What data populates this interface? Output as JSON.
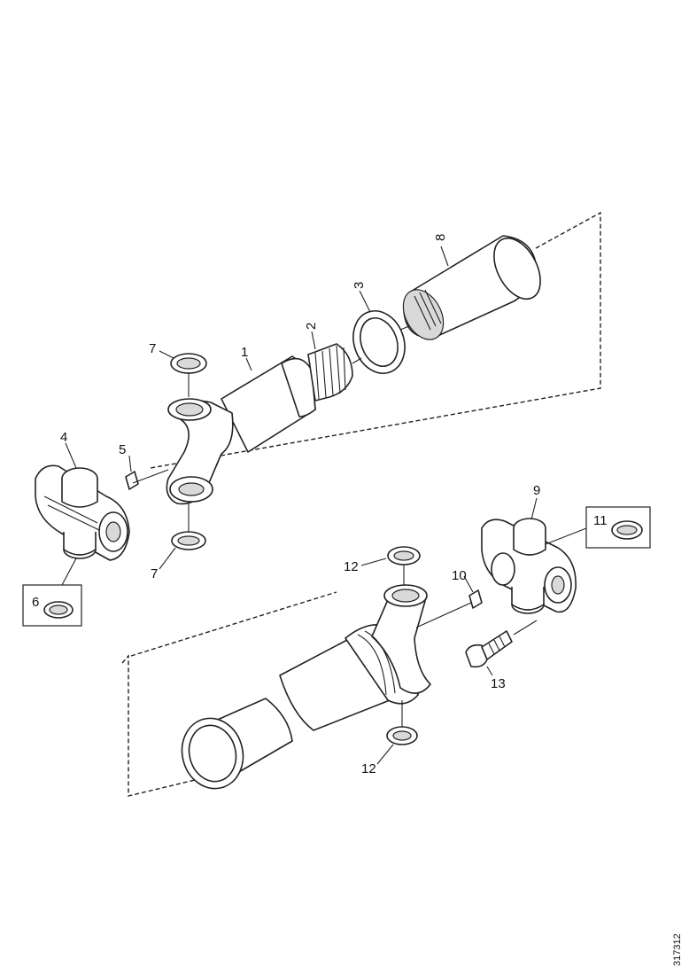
{
  "callouts": {
    "c1": "1",
    "c2": "2",
    "c3": "3",
    "c4": "4",
    "c5": "5",
    "c6": "6",
    "c7a": "7",
    "c7b": "7",
    "c8": "8",
    "c9": "9",
    "c10": "10",
    "c11": "11",
    "c12a": "12",
    "c12b": "12",
    "c13": "13"
  },
  "reference_code": "317312"
}
